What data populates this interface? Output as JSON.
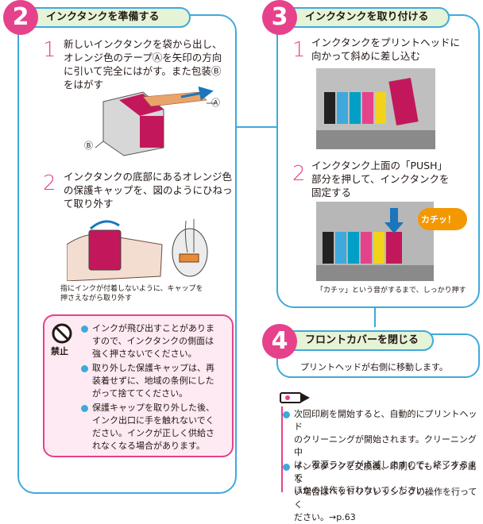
{
  "step2": {
    "number": "2",
    "title": "インクタンクを準備する",
    "sub1_number": "1",
    "sub1_lines": [
      "新しいインクタンクを袋から出し、",
      "オレンジ色のテープⒶを矢印の方向",
      "に引いて完全にはがす。また包装Ⓑ",
      "をはがす"
    ],
    "label_a": "Ⓐ",
    "label_b": "Ⓑ",
    "sub2_number": "2",
    "sub2_lines": [
      "インクタンクの底部にあるオレンジ色",
      "の保護キャップを、図のようにひねっ",
      "て取り外す"
    ],
    "caption_lines": [
      "指にインクが付着しないように、キャップを",
      "押さえながら取り外す"
    ],
    "warning_label": "禁止",
    "warnings": [
      [
        "インクが飛び出すことがありま",
        "すので、インクタンクの側面は",
        "強く押さないでください。"
      ],
      [
        "取り外した保護キャップは、再",
        "装着せずに、地域の条例にした",
        "がって捨ててください。"
      ],
      [
        "保護キャップを取り外した後、",
        "インク出口に手を触れないでく",
        "ださい。インクが正しく供給さ",
        "れなくなる場合があります。"
      ]
    ]
  },
  "step3": {
    "number": "3",
    "title": "インクタンクを取り付ける",
    "sub1_number": "1",
    "sub1_lines": [
      "インクタンクをプリントヘッドに",
      "向かって斜めに差し込む"
    ],
    "sub2_number": "2",
    "sub2_lines": [
      "インクタンク上面の「PUSH」",
      "部分を押して、インクタンクを",
      "固定する"
    ],
    "click_label": "カチッ！",
    "caption": "「カチッ」という音がするまで、しっかり押す"
  },
  "step4": {
    "number": "4",
    "title": "フロントカバーを閉じる",
    "body": "プリントヘッドが右側に移動します。"
  },
  "notes": {
    "items": [
      [
        "次回印刷を開始すると、自動的にプリントヘッド",
        "のクリーニングが開始されます。クリーニング中",
        "は、電源ランプが点滅しますので、終了するまで",
        "ほかの操作を行わないでください。"
      ],
      [
        "インクタンクを交換後、印刷してもインクが出な",
        "い場合はヘッドリフレッシングの操作を行ってく",
        "ださい。→p.63"
      ]
    ]
  },
  "colors": {
    "accent_blue": "#3fa9dc",
    "magenta": "#e6428b",
    "bar_green": "#e5f3d7",
    "warn_pink": "#fdeaf2"
  }
}
